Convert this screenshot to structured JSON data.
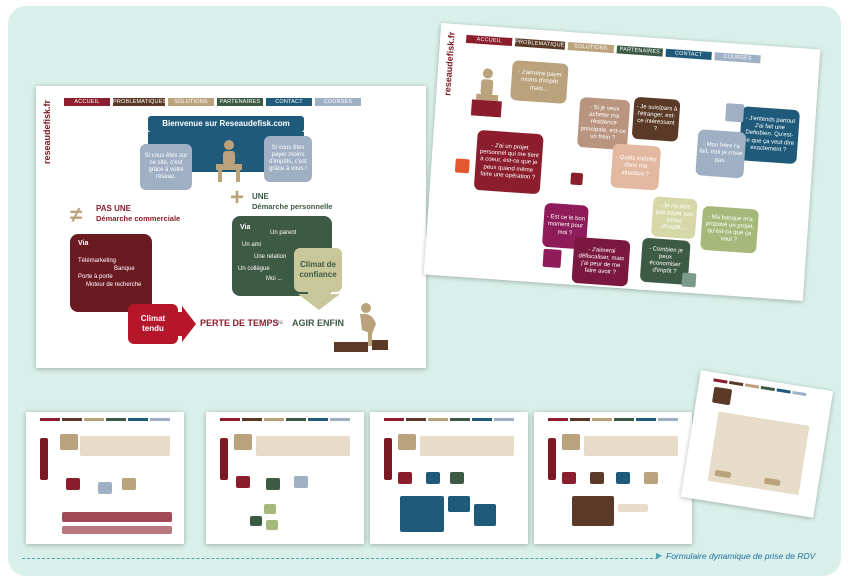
{
  "nav": {
    "items": [
      {
        "label": "ACCUEIL",
        "color": "#8b1d2c"
      },
      {
        "label": "PROBLEMATIQUES",
        "color": "#5a3a26"
      },
      {
        "label": "SOLUTIONS",
        "color": "#b9a27c"
      },
      {
        "label": "PARTENAIRES",
        "color": "#3d5a45"
      },
      {
        "label": "CONTACT",
        "color": "#1f5a7a"
      },
      {
        "label": "COURSES",
        "color": "#9fb0c5"
      }
    ]
  },
  "logo": "reseaudefisk.fr",
  "main_screen": {
    "welcome": "Bienvenue sur Reseaudefisk.com",
    "bubble_left": "Si vous êtes sur ce site, c'est grâce à votre réseau.",
    "bubble_right": "Si vous êtes payer moins d'impôts, c'est grâce à vous !",
    "neq_line1": "PAS UNE",
    "neq_line2": "Démarche commerciale",
    "plus_line1": "UNE",
    "plus_line2": "Démarche personnelle",
    "via_left": {
      "title": "Via",
      "items": [
        "Télémarketing",
        "Banque",
        "Porte à porte",
        "Moteur de recherche"
      ]
    },
    "via_right": {
      "title": "Via",
      "items": [
        "Un parent",
        "Un ami",
        "Une relation",
        "Un collègue",
        "Moi ..."
      ]
    },
    "climat_tendu": "Climat tendu",
    "climat_confiance": "Climat de confiance",
    "perte": "PERTE DE TEMPS",
    "ou": "ou",
    "agir": "AGIR ENFIN"
  },
  "questions_screen": {
    "q1": "- J'aimerai payer moins d'impôt mais...",
    "q2": "- J'ai un projet personnel qui me tient à coeur, est-ce que je peux quand même faire une opération ?",
    "q3": "- Si je veux acheter ma résidence principale, est-ce un frein ?",
    "q4": "- Je suis/pars à l'étranger, est-ce intéressant ?",
    "q5": "- Quels intérêts dans ma situation ?",
    "q6": "- J'entends partout J'ai fait une Defiobien. Qu'est-ce que ça veut dire exactement ?",
    "q7": "- Mon frère l'a fait, moi je n'ose pas.",
    "q8": "- Je ne dois pas payer pas assez d'impôt...",
    "q9": "- Ma banque m'a proposé un projet, qu'est-ce que ça vaut ?",
    "q10": "- Est ce le bon moment pour moi ?",
    "q11": "- J'aimerai défiscaliser, mais j'ai peur de me faire avoir ?",
    "q12": "- Combien je peux économiser d'impôt ?"
  },
  "caption": "Formulaire dynamique de prise de RDV"
}
